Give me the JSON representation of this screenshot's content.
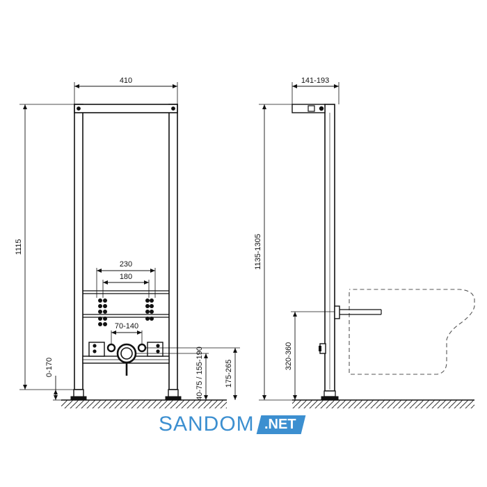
{
  "front_view": {
    "width": "410",
    "height": "1115",
    "bracket_outer": "230",
    "bracket_inner": "180",
    "pipe_spacing": "70-140",
    "leg_adjust": "0-170",
    "outlet_height": "40-75 / 155-190",
    "fixing_height": "175-265"
  },
  "side_view": {
    "depth": "141-193",
    "height": "1135-1305",
    "connection_height": "320-360"
  },
  "logo": {
    "name": "SANDOM",
    "suffix": ".NET",
    "color": "#3c8fd0"
  }
}
